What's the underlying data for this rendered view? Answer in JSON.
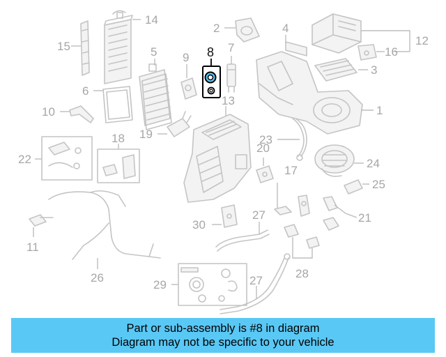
{
  "diagram": {
    "highlight_color": "#5ac8f5",
    "part_color": "#c4c4c4",
    "highlighted_callout": "8",
    "callouts": {
      "c1": "1",
      "c2": "2",
      "c3": "3",
      "c4": "4",
      "c5": "5",
      "c6": "6",
      "c7": "7",
      "c8": "8",
      "c9": "9",
      "c10": "10",
      "c11": "11",
      "c12": "12",
      "c13": "13",
      "c14": "14",
      "c15": "15",
      "c16": "16",
      "c17": "17",
      "c18": "18",
      "c19": "19",
      "c20": "20",
      "c21": "21",
      "c22": "22",
      "c23": "23",
      "c24": "24",
      "c25": "25",
      "c26": "26",
      "c27a": "27",
      "c27b": "27",
      "c28": "28",
      "c29": "29",
      "c30": "30"
    }
  },
  "banner": {
    "line1": "Part or sub-assembly is #8 in diagram",
    "line2": "Diagram may not be specific to your vehicle"
  }
}
